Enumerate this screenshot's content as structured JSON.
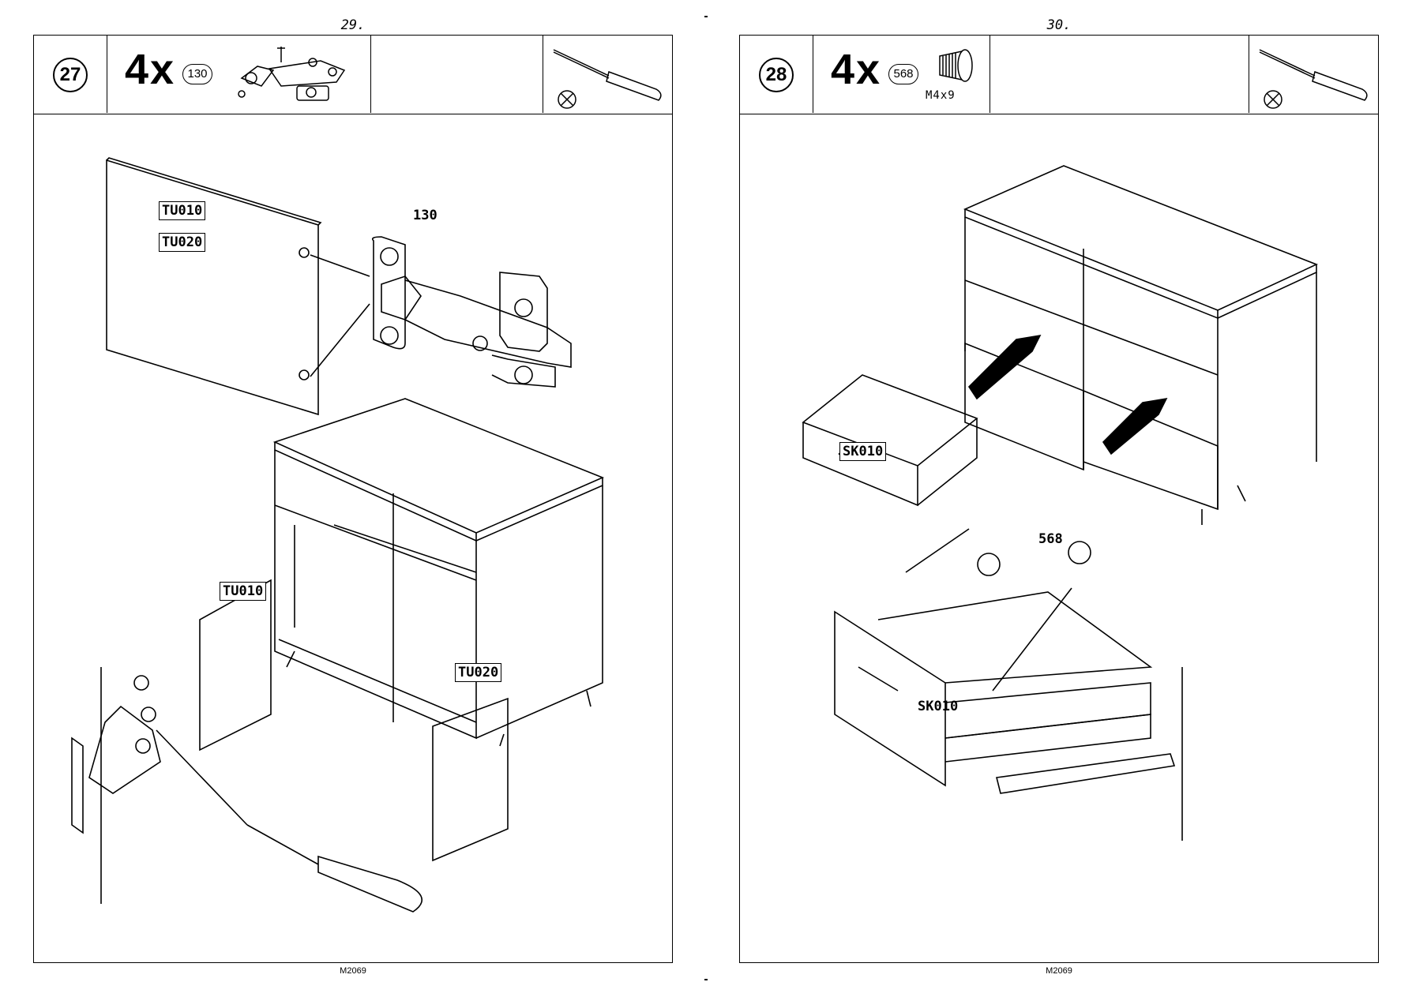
{
  "left_page": {
    "page_number": "29.",
    "step_number": "27",
    "quantity": "4x",
    "part_number": "130",
    "callout_part": "130",
    "labels": {
      "door_a": "TU010",
      "door_b": "TU020",
      "cab_door_a": "TU010",
      "cab_door_b": "TU020"
    },
    "tool_icon": "screwdriver-icon",
    "footer_code": "M2069"
  },
  "right_page": {
    "page_number": "30.",
    "step_number": "28",
    "quantity": "4x",
    "part_number": "568",
    "screw_size": "M4x9",
    "callout_part": "568",
    "labels": {
      "drawer_top": "SK010",
      "drawer_bottom": "SK010"
    },
    "tool_icon": "screwdriver-icon",
    "footer_code": "M2069"
  }
}
